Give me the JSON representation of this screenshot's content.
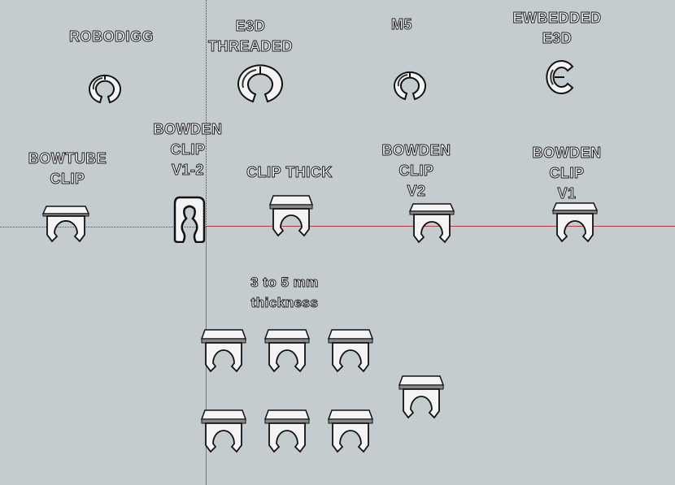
{
  "viewport": {
    "background": "#c5ccd0",
    "axes": {
      "red": "#b33a3a",
      "green": "#2fa83a",
      "blue": "#2a4a7a"
    }
  },
  "labels": {
    "robodigg": "ROBODIGG",
    "e3d_threaded_1": "E3D",
    "e3d_threaded_2": "THREADED",
    "m5": "M5",
    "embedded_1": "EWBEDDED",
    "embedded_2": "E3D",
    "bowtube_1": "BOWTUBE",
    "bowtube_2": "CLIP",
    "bowden_v12_1": "BOWDEN",
    "bowden_v12_2": "CLIP",
    "bowden_v12_3": "V1-2",
    "clip_thick": "CLIP THICK",
    "bowden_v2_1": "BOWDEN",
    "bowden_v2_2": "CLIP",
    "bowden_v2_3": "V2",
    "bowden_v1_1": "BOWDEN",
    "bowden_v1_2": "CLIP",
    "bowden_v1_3": "V1",
    "thickness_1": "3 to 5 mm",
    "thickness_2": "thickness"
  }
}
